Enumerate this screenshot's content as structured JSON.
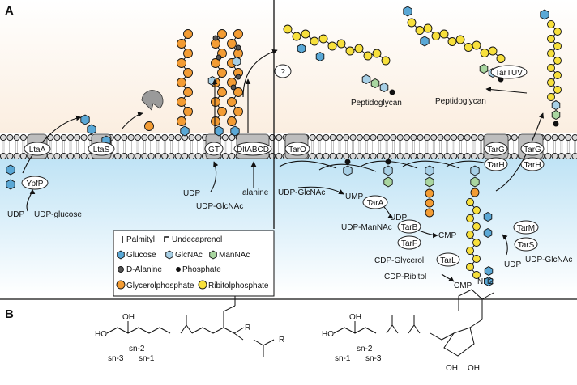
{
  "panel_a_label": "A",
  "panel_b_label": "B",
  "colors": {
    "top_bg": "#fbeee0",
    "bottom_bg": "#bfe3f5",
    "glucose": "#5aa8d6",
    "glcnac": "#a8d0e6",
    "mannac": "#a9d6a0",
    "glycerolphosphate": "#f39c34",
    "ribitolphosphate": "#f7e03c",
    "lipid_head": "#d9d9d9",
    "protein": "#bdbdbd"
  },
  "enzymes": {
    "ltaa": "LtaA",
    "ltas": "LtaS",
    "ypfp": "YpfP",
    "gt": "GT",
    "dltabcd": "DltABCD",
    "taro": "TarO",
    "tara": "TarA",
    "tarb": "TarB",
    "tarf": "TarF",
    "tarl": "TarL",
    "targ1": "TarG",
    "tarh1": "TarH",
    "targ2": "TarG",
    "tarh2": "TarH",
    "tarm": "TarM",
    "tars": "TarS",
    "tartuv": "TarTUV",
    "unknown": "?"
  },
  "labels": {
    "udp": "UDP",
    "udp_glucose": "UDP-glucose",
    "udp_gt": "UDP",
    "udp_glcnac_gt": "UDP-GlcNAc",
    "alanine": "alanine",
    "udp_glcnac_taro": "UDP-GlcNAc",
    "ump": "UMP",
    "udp_tara": "UDP",
    "udp_mannac": "UDP-ManNAc",
    "cmp_tarb": "CMP",
    "cdp_glycerol": "CDP-Glycerol",
    "cdp_ribitol": "CDP-Ribitol",
    "cmp_tarl": "CMP",
    "udp_tarm": "UDP",
    "udp_glcnac_tarm": "UDP-GlcNAc",
    "peptidoglycan_1": "Peptidoglycan",
    "peptidoglycan_2": "Peptidoglycan"
  },
  "legend": {
    "palmityl": "Palmityl",
    "undecaprenol": "Undecaprenol",
    "glucose": "Glucose",
    "glcnac": "GlcNAc",
    "mannac": "ManNAc",
    "dalanine": "D-Alanine",
    "phosphate": "Phosphate",
    "glycerolphosphate": "Glycerolphosphate",
    "ribitolphosphate": "Ribitolphosphate"
  },
  "chem": {
    "ho1": "HO",
    "oh1": "OH",
    "sn2a": "sn-2",
    "sn3a": "sn-3",
    "sn1a": "sn-1",
    "r1": "R",
    "r2": "R",
    "ho2": "HO",
    "oh2": "OH",
    "sn2b": "sn-2",
    "sn1b": "sn-1",
    "sn3b": "sn-3",
    "nh2": "NH2",
    "oh3": "OH",
    "oh4": "OH"
  }
}
